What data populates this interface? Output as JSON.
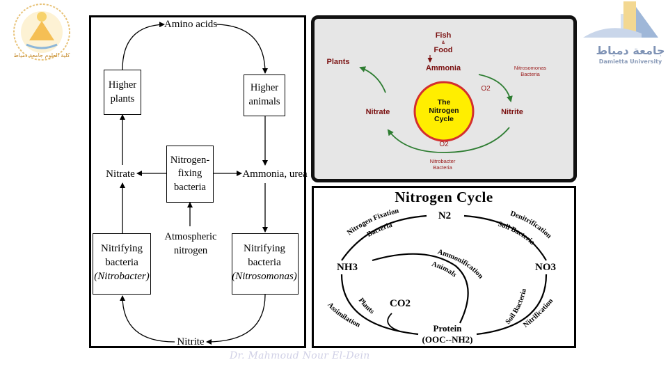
{
  "footer": {
    "credit": "Dr. Mahmoud Nour El-Dein"
  },
  "logos": {
    "left_logo_text": "كلية العلوم جامعة دمياط",
    "right_logo_arabic": "جامعة دمياط",
    "right_logo_english": "Damietta University"
  },
  "left_diagram": {
    "amino_acids": "Amino acids",
    "higher_plants": "Higher\nplants",
    "higher_animals": "Higher\nanimals",
    "nitrogen_fixing": "Nitrogen-\nfixing\nbacteria",
    "nitrate": "Nitrate",
    "ammonia_urea": "Ammonia, urea",
    "atmospheric": "Atmospheric\nnitrogen",
    "nitrifying_left_line1": "Nitrifying",
    "nitrifying_left_line2": "bacteria",
    "nitrifying_left_line3": "(Nitrobacter)",
    "nitrifying_right_line1": "Nitrifying",
    "nitrifying_right_line2": "bacteria",
    "nitrifying_right_line3": "(Nitrosomonas)",
    "nitrite": "Nitrite"
  },
  "simple_cycle": {
    "fish": "Fish",
    "amp": "&",
    "food": "Food",
    "ammonia": "Ammonia",
    "plants": "Plants",
    "nitrosomonas_line1": "Nitrosomonas",
    "nitrosomonas_line2": "Bacteria",
    "o2_top": "O2",
    "center_line1": "The",
    "center_line2": "Nitrogen",
    "center_line3": "Cycle",
    "nitrate": "Nitrate",
    "nitrite": "Nitrite",
    "o2_bottom": "O2",
    "nitrobacter_line1": "Nitrobacter",
    "nitrobacter_line2": "Bacteria",
    "colors": {
      "arrow": "#2e7d32",
      "center_fill": "#ffee00",
      "center_stroke": "#d32f2f",
      "label": "#7a1010"
    }
  },
  "classic_cycle": {
    "title": "Nitrogen Cycle",
    "n2": "N2",
    "nitrogen_fixation": "Nitrogen Fixation",
    "bacteria_left": "Bacteria",
    "denitrification": "Denitrification",
    "soil_bacteria_top": "Soil Bacteria",
    "nh3": "NH3",
    "ammonification": "Ammonification",
    "animals": "Animals",
    "no3": "NO3",
    "plants": "Plants",
    "assimilation": "Assimilation",
    "co2": "CO2",
    "soil_bacteria_right": "Soil Bacteria",
    "nitrification": "Nitrification",
    "protein_line1": "Protein",
    "protein_line2": "(OOC--NH2)"
  }
}
